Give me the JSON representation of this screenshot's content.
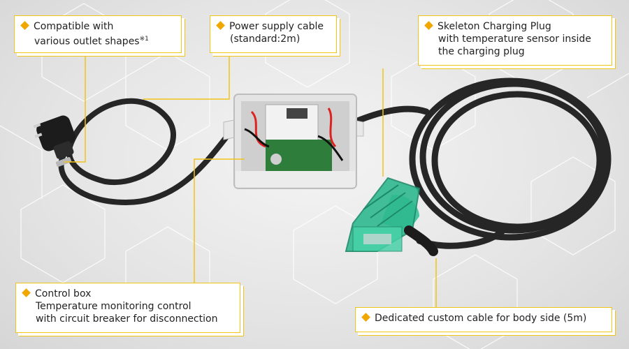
{
  "callouts": {
    "outlet": {
      "line1": "Compatible with",
      "line2": "various outlet shapes",
      "footnote": "※1"
    },
    "power_cable": {
      "line1": "Power supply cable",
      "line2": "(standard:2m)"
    },
    "plug": {
      "line1": "Skeleton Charging Plug",
      "line2": "with temperature sensor inside",
      "line3": "the charging plug"
    },
    "control_box": {
      "line1": "Control box",
      "line2": "Temperature monitoring control",
      "line3": "with circuit breaker for disconnection"
    },
    "body_cable": {
      "line1": "Dedicated custom cable for body side (5m)"
    }
  },
  "colors": {
    "accent": "#f0a800",
    "border": "#f0c419",
    "cable": "#262626",
    "plug": "#2fb98f"
  }
}
